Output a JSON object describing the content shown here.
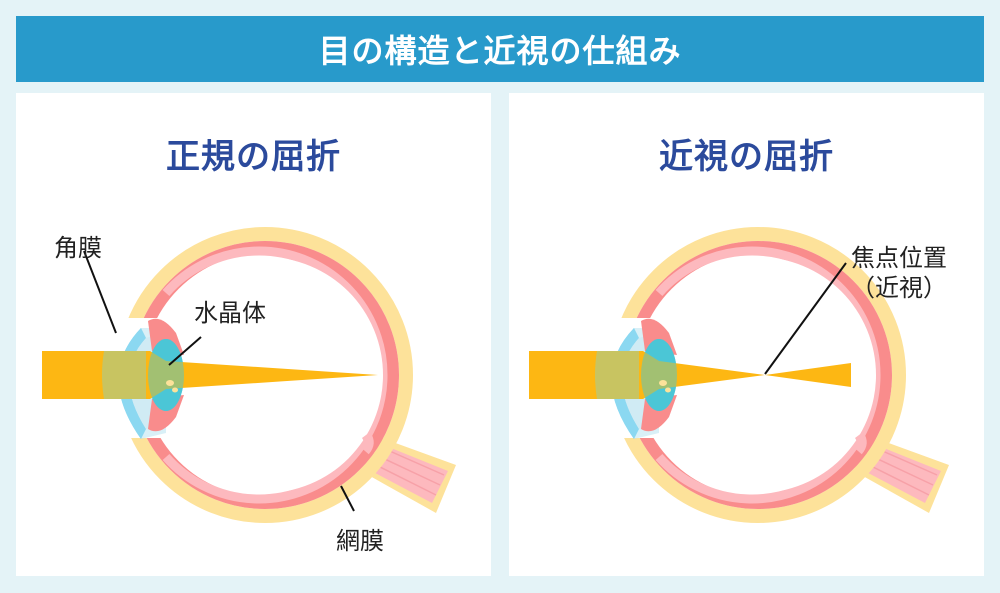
{
  "header": {
    "title": "目の構造と近視の仕組み"
  },
  "panels": [
    {
      "title": "正規の屈折",
      "labels": {
        "cornea": "角膜",
        "lens": "水晶体",
        "retina": "網膜"
      },
      "focus": "on-retina"
    },
    {
      "title": "近視の屈折",
      "labels": {
        "focal_point_line1": "焦点位置",
        "focal_point_line2": "（近視）"
      },
      "focus": "in-front-of-retina"
    }
  ],
  "colors": {
    "background": "#e4f3f7",
    "header": "#289acb",
    "panel_title": "#2b4a9c",
    "sclera": "#fde29a",
    "choroid": "#f98c8c",
    "retina": "#fdb9be",
    "cornea": "#3cc3f0",
    "light_beam": "#fdb713"
  }
}
